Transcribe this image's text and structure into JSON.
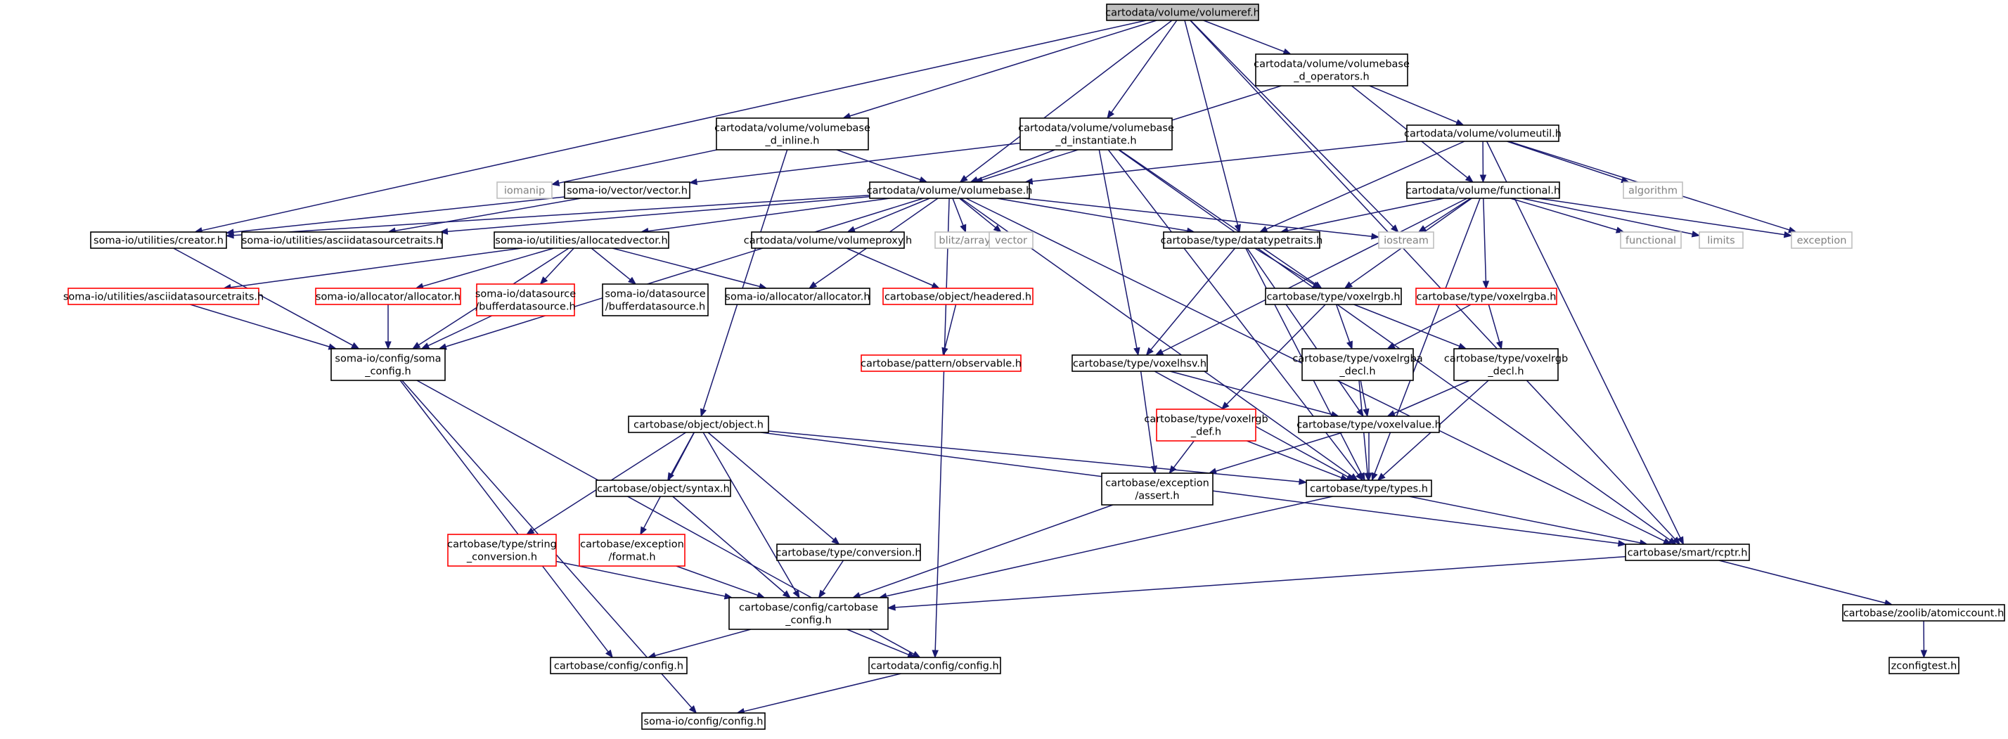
{
  "colors": {
    "edge": "#191970",
    "root_fill": "#bfbfbf",
    "normal_border": "#000000",
    "incomplete_border": "#ff0000",
    "external_border": "#bfbfbf",
    "external_text": "#7f7f7f"
  },
  "nodes": {
    "volumeref": {
      "lines": [
        "cartodata/volume/volumeref.h"
      ],
      "kind": "root"
    },
    "vb_operators": {
      "lines": [
        "cartodata/volume/volumebase",
        "_d_operators.h"
      ],
      "kind": "normal"
    },
    "vb_inline": {
      "lines": [
        "cartodata/volume/volumebase",
        "_d_inline.h"
      ],
      "kind": "normal"
    },
    "vb_instantiate": {
      "lines": [
        "cartodata/volume/volumebase",
        "_d_instantiate.h"
      ],
      "kind": "normal"
    },
    "volumeutil": {
      "lines": [
        "cartodata/volume/volumeutil.h"
      ],
      "kind": "normal"
    },
    "iomanip": {
      "lines": [
        "iomanip"
      ],
      "kind": "external"
    },
    "vector_h": {
      "lines": [
        "soma-io/vector/vector.h"
      ],
      "kind": "normal"
    },
    "volumebase": {
      "lines": [
        "cartodata/volume/volumebase.h"
      ],
      "kind": "normal"
    },
    "algorithm": {
      "lines": [
        "algorithm"
      ],
      "kind": "external"
    },
    "functional_h": {
      "lines": [
        "cartodata/volume/functional.h"
      ],
      "kind": "normal"
    },
    "creator": {
      "lines": [
        "soma-io/utilities/creator.h"
      ],
      "kind": "normal"
    },
    "ascii_black": {
      "lines": [
        "soma-io/utilities/asciidatasourcetraits.h"
      ],
      "kind": "normal"
    },
    "allocvector": {
      "lines": [
        "soma-io/utilities/allocatedvector.h"
      ],
      "kind": "normal"
    },
    "volumeproxy": {
      "lines": [
        "cartodata/volume/volumeproxy.h"
      ],
      "kind": "normal"
    },
    "blitz": {
      "lines": [
        "blitz/array.h"
      ],
      "kind": "external"
    },
    "vector_std": {
      "lines": [
        "vector"
      ],
      "kind": "external"
    },
    "datatypetraits": {
      "lines": [
        "cartobase/type/datatypetraits.h"
      ],
      "kind": "normal"
    },
    "iostream": {
      "lines": [
        "iostream"
      ],
      "kind": "external"
    },
    "functional_std": {
      "lines": [
        "functional"
      ],
      "kind": "external"
    },
    "limits": {
      "lines": [
        "limits"
      ],
      "kind": "external"
    },
    "exception": {
      "lines": [
        "exception"
      ],
      "kind": "external"
    },
    "ascii_red": {
      "lines": [
        "soma-io/utilities/asciidatasourcetraits.h"
      ],
      "kind": "incomplete"
    },
    "alloc_red": {
      "lines": [
        "soma-io/allocator/allocator.h"
      ],
      "kind": "incomplete"
    },
    "bufds_red": {
      "lines": [
        "soma-io/datasource",
        "/bufferdatasource.h"
      ],
      "kind": "incomplete"
    },
    "bufds_black": {
      "lines": [
        "soma-io/datasource",
        "/bufferdatasource.h"
      ],
      "kind": "normal"
    },
    "alloc_black": {
      "lines": [
        "soma-io/allocator/allocator.h"
      ],
      "kind": "normal"
    },
    "headered": {
      "lines": [
        "cartobase/object/headered.h"
      ],
      "kind": "incomplete"
    },
    "voxelrgb": {
      "lines": [
        "cartobase/type/voxelrgb.h"
      ],
      "kind": "normal"
    },
    "voxelrgba": {
      "lines": [
        "cartobase/type/voxelrgba.h"
      ],
      "kind": "incomplete"
    },
    "soma_config": {
      "lines": [
        "soma-io/config/soma",
        "_config.h"
      ],
      "kind": "normal"
    },
    "observable": {
      "lines": [
        "cartobase/pattern/observable.h"
      ],
      "kind": "incomplete"
    },
    "voxelhsv": {
      "lines": [
        "cartobase/type/voxelhsv.h"
      ],
      "kind": "normal"
    },
    "rgba_decl": {
      "lines": [
        "cartobase/type/voxelrgba",
        "_decl.h"
      ],
      "kind": "normal"
    },
    "rgb_decl": {
      "lines": [
        "cartobase/type/voxelrgb",
        "_decl.h"
      ],
      "kind": "normal"
    },
    "object_h": {
      "lines": [
        "cartobase/object/object.h"
      ],
      "kind": "normal"
    },
    "rgb_def": {
      "lines": [
        "cartobase/type/voxelrgb",
        "_def.h"
      ],
      "kind": "incomplete"
    },
    "voxelvalue": {
      "lines": [
        "cartobase/type/voxelvalue.h"
      ],
      "kind": "normal"
    },
    "syntax": {
      "lines": [
        "cartobase/object/syntax.h"
      ],
      "kind": "normal"
    },
    "assert_h": {
      "lines": [
        "cartobase/exception",
        "/assert.h"
      ],
      "kind": "normal"
    },
    "types": {
      "lines": [
        "cartobase/type/types.h"
      ],
      "kind": "normal"
    },
    "string_conv": {
      "lines": [
        "cartobase/type/string",
        "_conversion.h"
      ],
      "kind": "incomplete"
    },
    "format_h": {
      "lines": [
        "cartobase/exception",
        "/format.h"
      ],
      "kind": "incomplete"
    },
    "conversion": {
      "lines": [
        "cartobase/type/conversion.h"
      ],
      "kind": "normal"
    },
    "rcptr": {
      "lines": [
        "cartobase/smart/rcptr.h"
      ],
      "kind": "normal"
    },
    "cartobase_config": {
      "lines": [
        "cartobase/config/cartobase",
        "_config.h"
      ],
      "kind": "normal"
    },
    "atomiccount": {
      "lines": [
        "cartobase/zoolib/atomiccount.h"
      ],
      "kind": "normal"
    },
    "cb_config": {
      "lines": [
        "cartobase/config/config.h"
      ],
      "kind": "normal"
    },
    "cd_config": {
      "lines": [
        "cartodata/config/config.h"
      ],
      "kind": "normal"
    },
    "zconfigtest": {
      "lines": [
        "zconfigtest.h"
      ],
      "kind": "normal"
    },
    "soma_config_h": {
      "lines": [
        "soma-io/config/config.h"
      ],
      "kind": "normal"
    }
  },
  "edges": [
    [
      "volumeref",
      "vb_operators"
    ],
    [
      "volumeref",
      "vb_inline"
    ],
    [
      "volumeref",
      "vb_instantiate"
    ],
    [
      "volumeref",
      "volumebase"
    ],
    [
      "volumeref",
      "creator"
    ],
    [
      "volumeref",
      "datatypetraits"
    ],
    [
      "volumeref",
      "iostream"
    ],
    [
      "volumeref",
      "rcptr"
    ],
    [
      "vb_operators",
      "volumeutil"
    ],
    [
      "vb_operators",
      "volumebase"
    ],
    [
      "vb_operators",
      "functional_h"
    ],
    [
      "vb_inline",
      "iomanip"
    ],
    [
      "vb_inline",
      "volumebase"
    ],
    [
      "vb_inline",
      "object_h"
    ],
    [
      "vb_instantiate",
      "vector_h"
    ],
    [
      "vb_instantiate",
      "volumebase"
    ],
    [
      "vb_instantiate",
      "voxelrgb"
    ],
    [
      "vb_instantiate",
      "voxelhsv"
    ],
    [
      "vb_instantiate",
      "types"
    ],
    [
      "vb_instantiate",
      "rcptr"
    ],
    [
      "volumeutil",
      "volumebase"
    ],
    [
      "volumeutil",
      "algorithm"
    ],
    [
      "volumeutil",
      "functional_h"
    ],
    [
      "volumeutil",
      "datatypetraits"
    ],
    [
      "volumeutil",
      "exception"
    ],
    [
      "volumeutil",
      "rcptr"
    ],
    [
      "vector_h",
      "ascii_black"
    ],
    [
      "vector_h",
      "creator"
    ],
    [
      "volumebase",
      "creator"
    ],
    [
      "volumebase",
      "ascii_black"
    ],
    [
      "volumebase",
      "allocvector"
    ],
    [
      "volumebase",
      "volumeproxy"
    ],
    [
      "volumebase",
      "blitz"
    ],
    [
      "volumebase",
      "vector_std"
    ],
    [
      "volumebase",
      "datatypetraits"
    ],
    [
      "volumebase",
      "iostream"
    ],
    [
      "volumebase",
      "alloc_black"
    ],
    [
      "volumebase",
      "soma_config"
    ],
    [
      "volumebase",
      "types"
    ],
    [
      "volumebase",
      "rcptr"
    ],
    [
      "volumebase",
      "cd_config"
    ],
    [
      "functional_h",
      "datatypetraits"
    ],
    [
      "functional_h",
      "iostream"
    ],
    [
      "functional_h",
      "functional_std"
    ],
    [
      "functional_h",
      "limits"
    ],
    [
      "functional_h",
      "exception"
    ],
    [
      "functional_h",
      "voxelrgb"
    ],
    [
      "functional_h",
      "voxelrgba"
    ],
    [
      "functional_h",
      "voxelhsv"
    ],
    [
      "functional_h",
      "types"
    ],
    [
      "creator",
      "soma_config"
    ],
    [
      "allocvector",
      "ascii_red"
    ],
    [
      "allocvector",
      "alloc_red"
    ],
    [
      "allocvector",
      "bufds_red"
    ],
    [
      "allocvector",
      "bufds_black"
    ],
    [
      "allocvector",
      "alloc_black"
    ],
    [
      "allocvector",
      "soma_config"
    ],
    [
      "volumeproxy",
      "headered"
    ],
    [
      "headered",
      "observable"
    ],
    [
      "datatypetraits",
      "voxelrgb"
    ],
    [
      "datatypetraits",
      "voxelhsv"
    ],
    [
      "datatypetraits",
      "voxelvalue"
    ],
    [
      "datatypetraits",
      "types"
    ],
    [
      "ascii_red",
      "soma_config"
    ],
    [
      "alloc_red",
      "soma_config"
    ],
    [
      "bufds_red",
      "soma_config"
    ],
    [
      "voxelrgb",
      "rgba_decl"
    ],
    [
      "voxelrgb",
      "rgb_decl"
    ],
    [
      "voxelrgb",
      "rgb_def"
    ],
    [
      "voxelrgba",
      "rgba_decl"
    ],
    [
      "voxelrgba",
      "rgb_decl"
    ],
    [
      "soma_config",
      "cb_config"
    ],
    [
      "soma_config",
      "cd_config"
    ],
    [
      "soma_config",
      "soma_config_h"
    ],
    [
      "voxelhsv",
      "voxelvalue"
    ],
    [
      "voxelhsv",
      "assert_h"
    ],
    [
      "voxelhsv",
      "types"
    ],
    [
      "rgba_decl",
      "voxelvalue"
    ],
    [
      "rgba_decl",
      "types"
    ],
    [
      "rgb_decl",
      "voxelvalue"
    ],
    [
      "rgb_decl",
      "types"
    ],
    [
      "rgb_def",
      "assert_h"
    ],
    [
      "rgb_def",
      "types"
    ],
    [
      "voxelvalue",
      "assert_h"
    ],
    [
      "voxelvalue",
      "types"
    ],
    [
      "object_h",
      "syntax"
    ],
    [
      "object_h",
      "string_conv"
    ],
    [
      "object_h",
      "format_h"
    ],
    [
      "object_h",
      "conversion"
    ],
    [
      "object_h",
      "cartobase_config"
    ],
    [
      "object_h",
      "types"
    ],
    [
      "object_h",
      "rcptr"
    ],
    [
      "syntax",
      "cartobase_config"
    ],
    [
      "assert_h",
      "cartobase_config"
    ],
    [
      "types",
      "rcptr"
    ],
    [
      "types",
      "cartobase_config"
    ],
    [
      "string_conv",
      "cartobase_config"
    ],
    [
      "format_h",
      "cartobase_config"
    ],
    [
      "conversion",
      "cartobase_config"
    ],
    [
      "rcptr",
      "cartobase_config"
    ],
    [
      "rcptr",
      "atomiccount"
    ],
    [
      "cartobase_config",
      "cb_config"
    ],
    [
      "cartobase_config",
      "cd_config"
    ],
    [
      "atomiccount",
      "zconfigtest"
    ],
    [
      "cd_config",
      "soma_config_h"
    ]
  ]
}
